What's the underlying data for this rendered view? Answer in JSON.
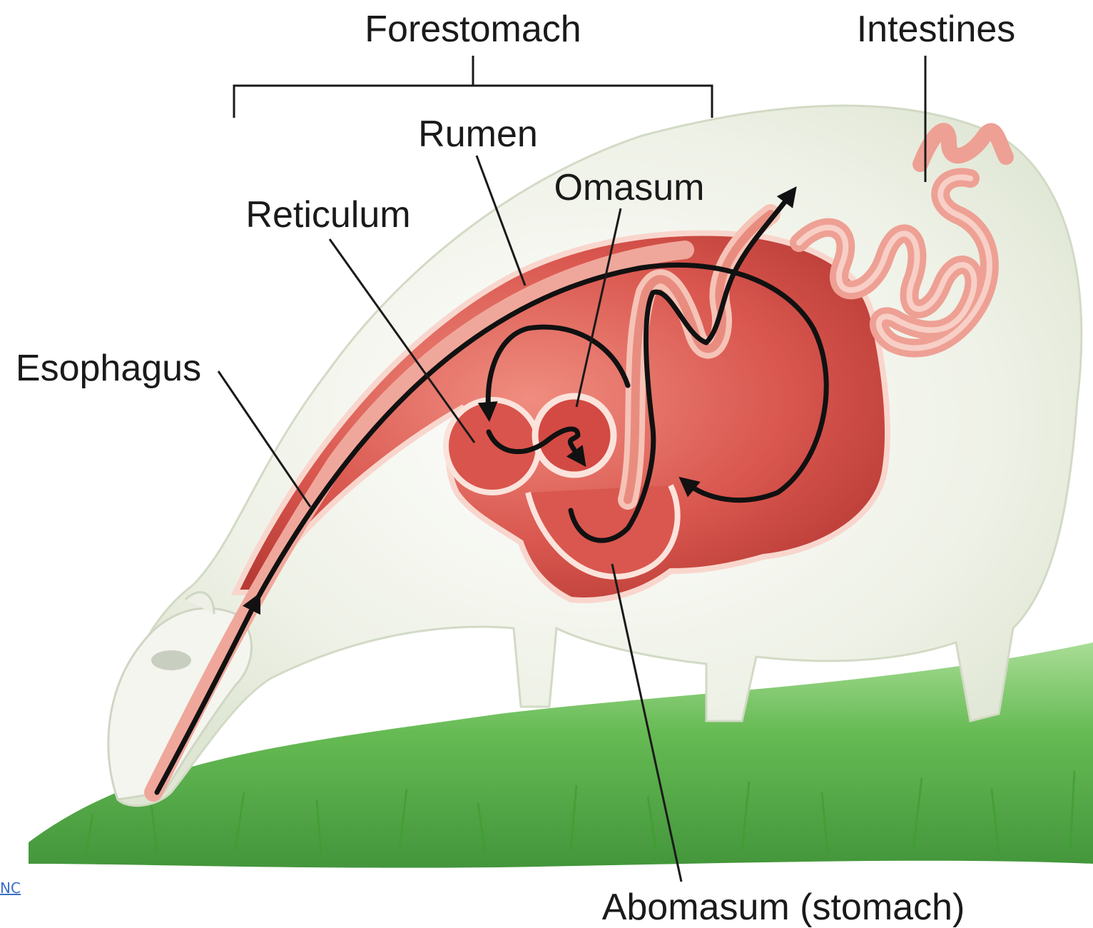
{
  "labels": {
    "forestomach": "Forestomach",
    "intestines": "Intestines",
    "rumen": "Rumen",
    "omasum": "Omasum",
    "reticulum": "Reticulum",
    "esophagus": "Esophagus",
    "abomasum": "Abomasum (stomach)"
  },
  "source_link": "NC",
  "colors": {
    "stomach": "#d9534f",
    "stomach_light": "#f2a69a",
    "intestine": "#e8968a",
    "wool": "#f2f4ec",
    "grass": "#4caf3a",
    "arrow": "#111111"
  }
}
